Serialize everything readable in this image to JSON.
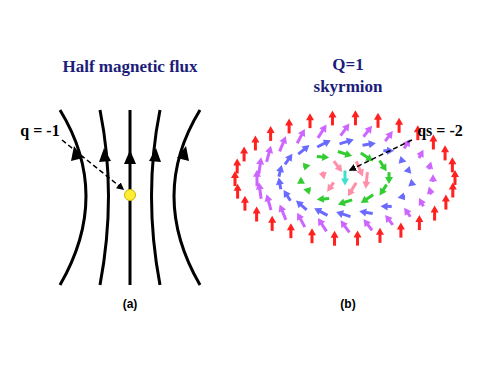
{
  "diagram": {
    "labels": [
      "Half magnetic flux",
      "Q=1",
      "skyrmion",
      "q = -1",
      "qs = -2",
      "(a)",
      "(b)"
    ]
  }
}
